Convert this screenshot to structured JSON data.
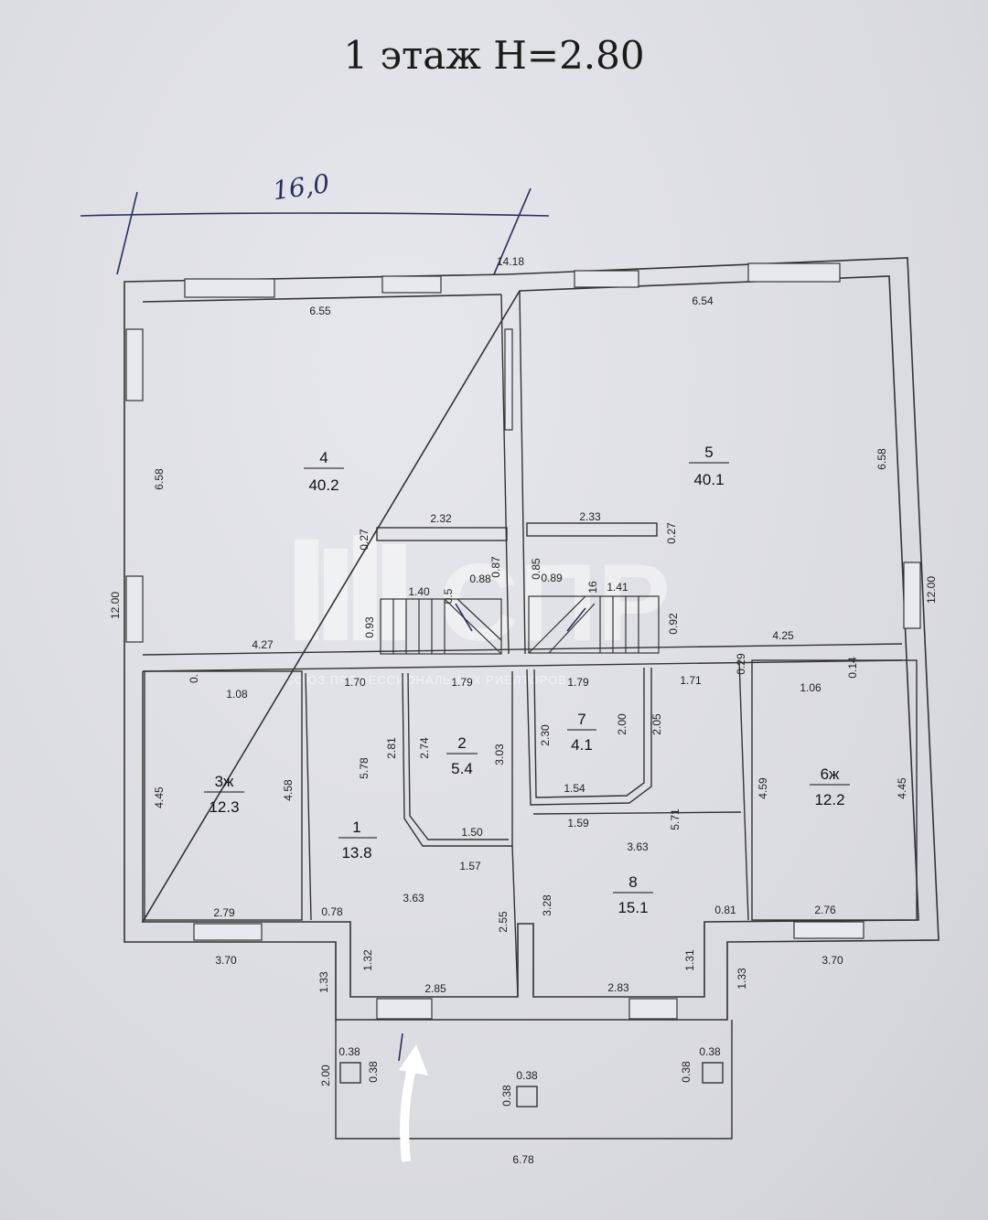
{
  "title": "1 этаж H=2.80",
  "handwritten": {
    "width_note": "16,0"
  },
  "watermark": {
    "logo": "СПР",
    "tagline": "СОЮЗ ПРОФЕССИОНАЛЬНЫХ РИЕЛТОРОВ"
  },
  "rooms": [
    {
      "id": "room-4",
      "number": "4",
      "area": "40.2"
    },
    {
      "id": "room-5",
      "number": "5",
      "area": "40.1"
    },
    {
      "id": "room-3",
      "number": "3ж",
      "area": "12.3"
    },
    {
      "id": "room-1",
      "number": "1",
      "area": "13.8"
    },
    {
      "id": "room-2",
      "number": "2",
      "area": "5.4"
    },
    {
      "id": "room-7",
      "number": "7",
      "area": "4.1"
    },
    {
      "id": "room-8",
      "number": "8",
      "area": "15.1"
    },
    {
      "id": "room-6",
      "number": "6ж",
      "area": "12.2"
    }
  ],
  "dimensions": {
    "overall_width": "14.18",
    "overall_height_left": "12.00",
    "overall_height_right": "12.00",
    "r4_width": "6.55",
    "r4_height": "6.58",
    "r5_width": "6.54",
    "r5_height": "6.58",
    "partition_left": "2.32",
    "partition_right": "2.33",
    "partition_thk_left": "0.27",
    "partition_thk_right": "0.27",
    "stair_l_width": "1.40",
    "stair_l_gap": "0.88",
    "stair_l_thk": "0.87",
    "stair_l_w2": "0.5",
    "stair_l_h": "0.93",
    "stair_r_thk": "0.85",
    "stair_r_gap": "0.89",
    "stair_r_w2": "16",
    "stair_r_width": "1.41",
    "stair_r_h": "0.92",
    "corr_left": "4.27",
    "corr_right": "4.25",
    "r3_top": "1.08",
    "r3_left_h": "4.45",
    "r3_right_h": "4.58",
    "r3_bottom": "2.79",
    "r3_small": "0.",
    "r1_top": "1.70",
    "r1_h": "5.78",
    "r1_h2": "2.81",
    "r1_mid": "1.57",
    "r1_w": "3.63",
    "r1_left": "0.78",
    "r1_low": "1.32",
    "r1_right": "2.55",
    "r1_bottom": "2.85",
    "r2_top": "1.79",
    "r2_left": "2.74",
    "r2_right": "3.03",
    "r2_bottom": "1.50",
    "r7_top": "1.79",
    "r7_left": "2.30",
    "r7_right": "2.00",
    "r7_bottom": "1.54",
    "r8_top": "1.71",
    "r8_h": "2.05",
    "r8_w1": "1.59",
    "r8_w": "3.63",
    "r8_h2": "5.71",
    "r8_left": "3.28",
    "r8_right": "0.81",
    "r8_low": "1.31",
    "r8_bottom": "2.83",
    "r6_top": "1.06",
    "r6_small_l": "0.29",
    "r6_small_r": "0.14",
    "r6_left": "4.59",
    "r6_right": "4.45",
    "r6_bottom": "2.76",
    "out_left": "3.70",
    "out_right": "3.70",
    "porch_l": "1.33",
    "porch_r": "1.33",
    "porch_h": "2.00",
    "porch_w": "6.78",
    "col_a1": "0.38",
    "col_a2": "0.38",
    "col_b1": "0.38",
    "col_b2": "0.38",
    "col_c1": "0.38",
    "col_c2": "0.38"
  }
}
